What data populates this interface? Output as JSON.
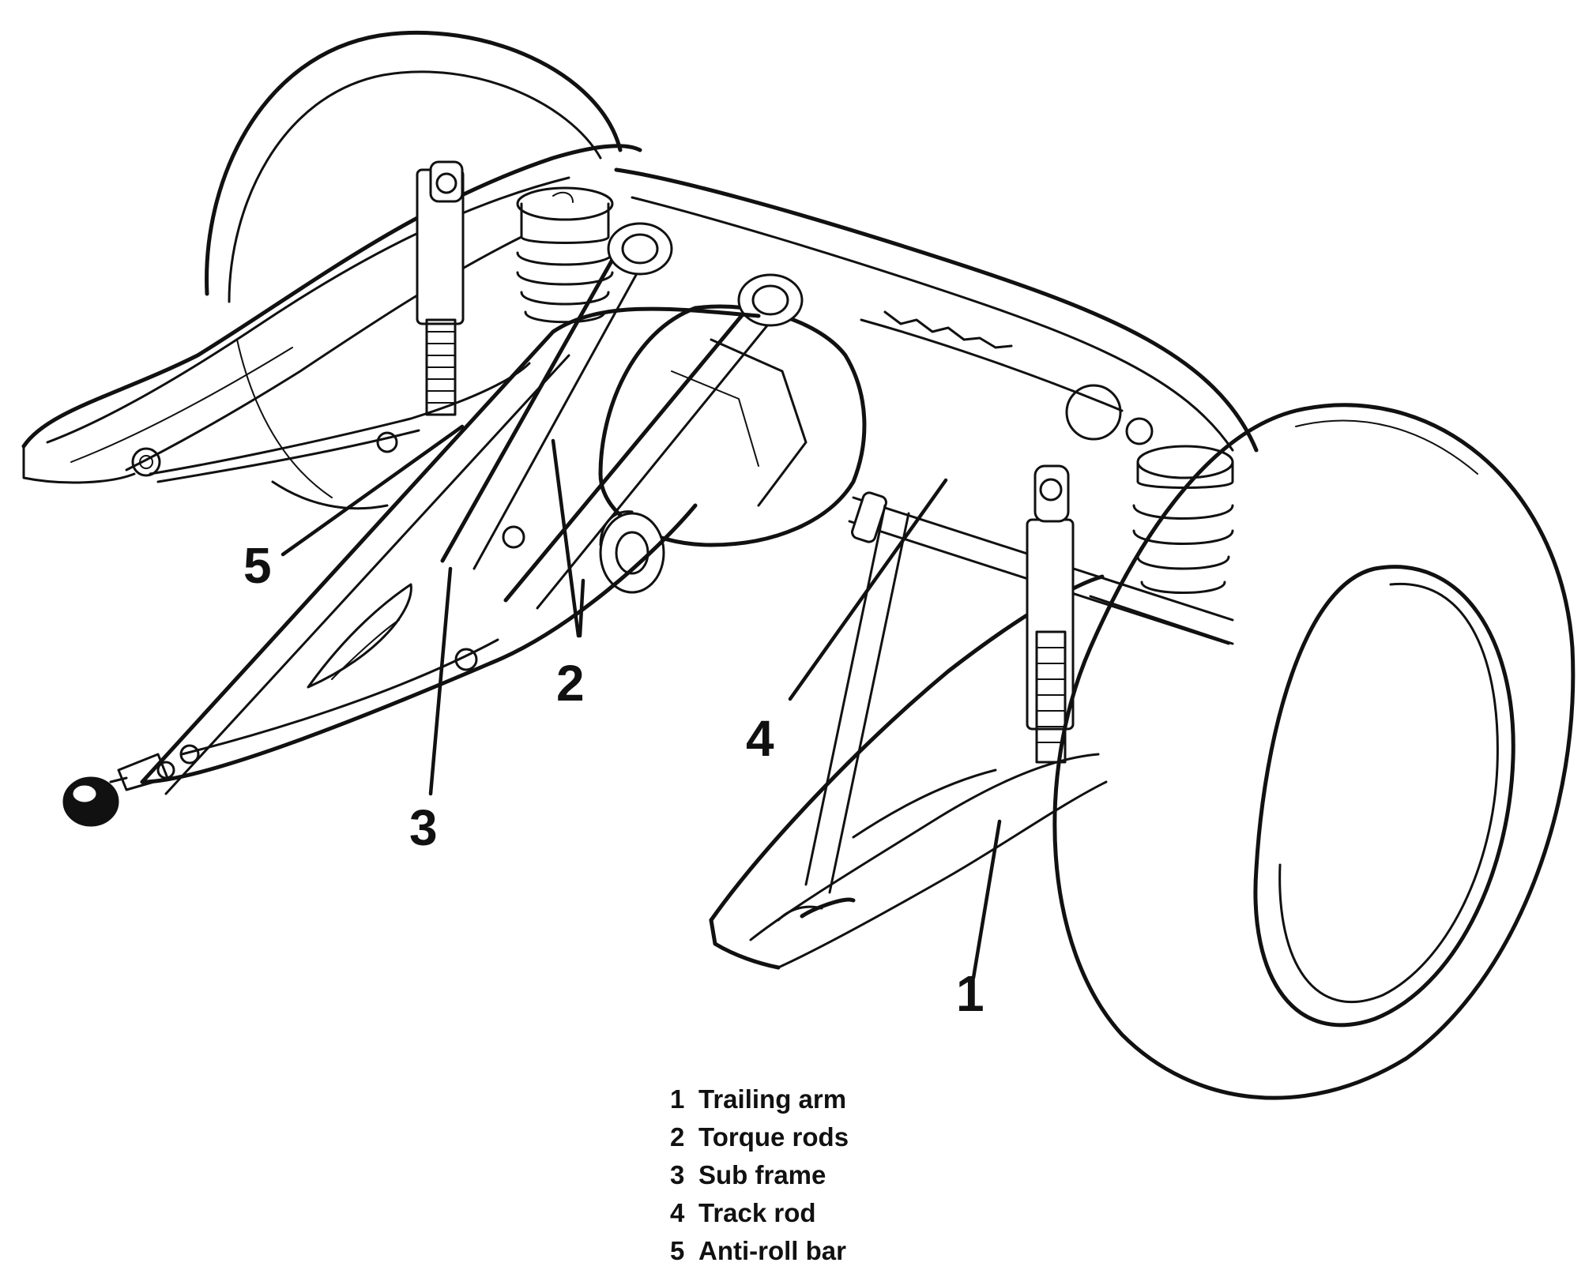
{
  "callouts": [
    {
      "id": "1",
      "number": "1"
    },
    {
      "id": "2",
      "number": "2"
    },
    {
      "id": "3",
      "number": "3"
    },
    {
      "id": "4",
      "number": "4"
    },
    {
      "id": "5",
      "number": "5"
    }
  ],
  "legend": [
    {
      "number": "1",
      "label": "Trailing arm"
    },
    {
      "number": "2",
      "label": "Torque rods"
    },
    {
      "number": "3",
      "label": "Sub frame"
    },
    {
      "number": "4",
      "label": "Track rod"
    },
    {
      "number": "5",
      "label": "Anti-roll bar"
    }
  ]
}
